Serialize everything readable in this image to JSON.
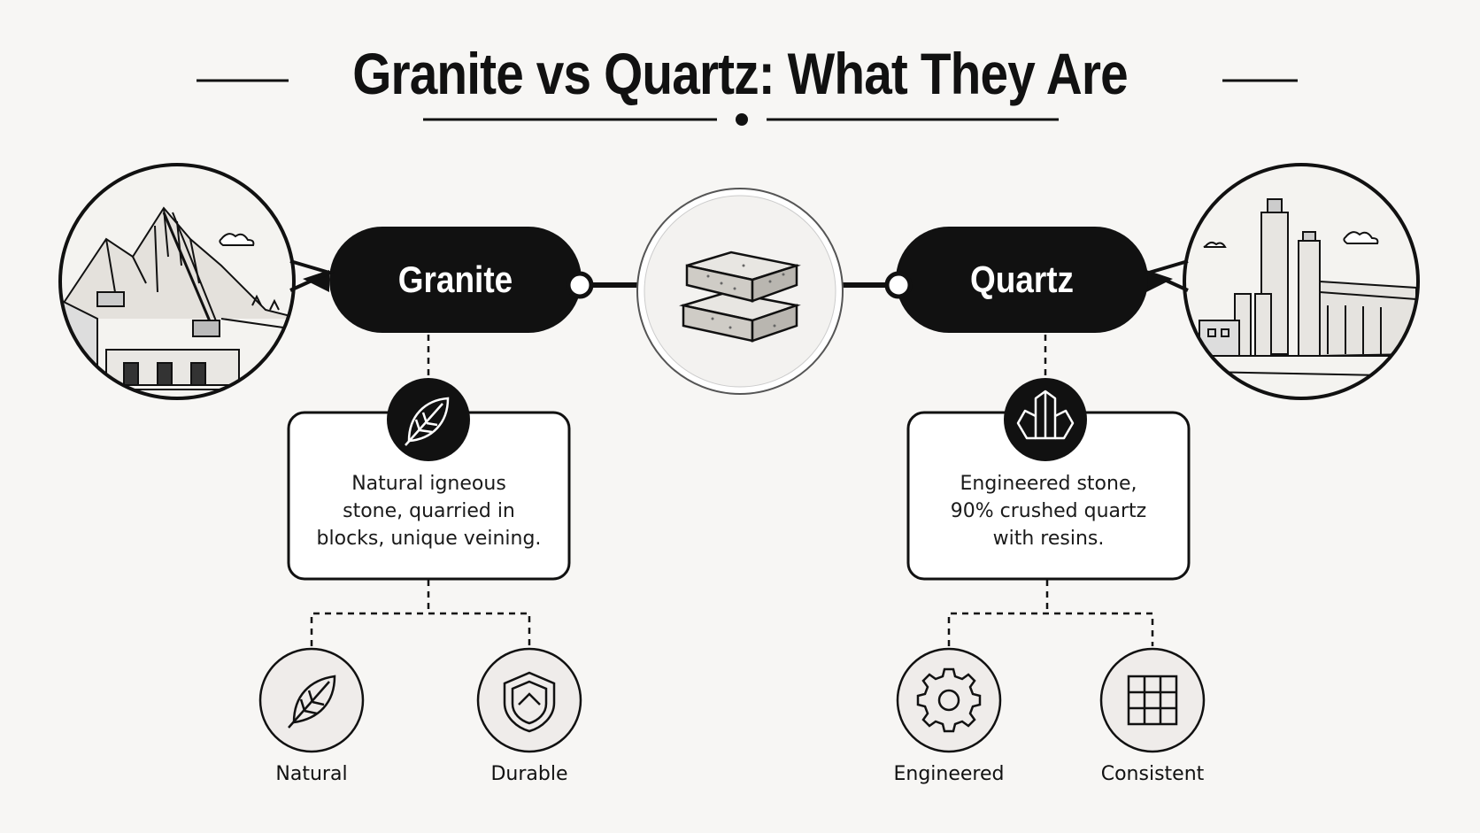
{
  "title": "Granite vs Quartz: What They Are",
  "colors": {
    "background": "#f7f6f4",
    "dark": "#111111",
    "light_fill": "#efecea"
  },
  "granite": {
    "name": "Granite",
    "icon": "leaf-icon",
    "illustration": "quarry-illustration",
    "description_lines": [
      "Natural igneous",
      "stone, quarried in",
      "blocks, unique veining."
    ],
    "features": [
      {
        "label": "Natural",
        "icon": "leaf-icon"
      },
      {
        "label": "Durable",
        "icon": "shield-icon"
      }
    ]
  },
  "center": {
    "icon": "stone-slabs-icon"
  },
  "quartz": {
    "name": "Quartz",
    "icon": "crystal-icon",
    "illustration": "factory-illustration",
    "description_lines": [
      "Engineered stone,",
      "90% crushed quartz",
      "with resins."
    ],
    "features": [
      {
        "label": "Engineered",
        "icon": "gear-icon"
      },
      {
        "label": "Consistent",
        "icon": "grid-icon"
      }
    ]
  }
}
